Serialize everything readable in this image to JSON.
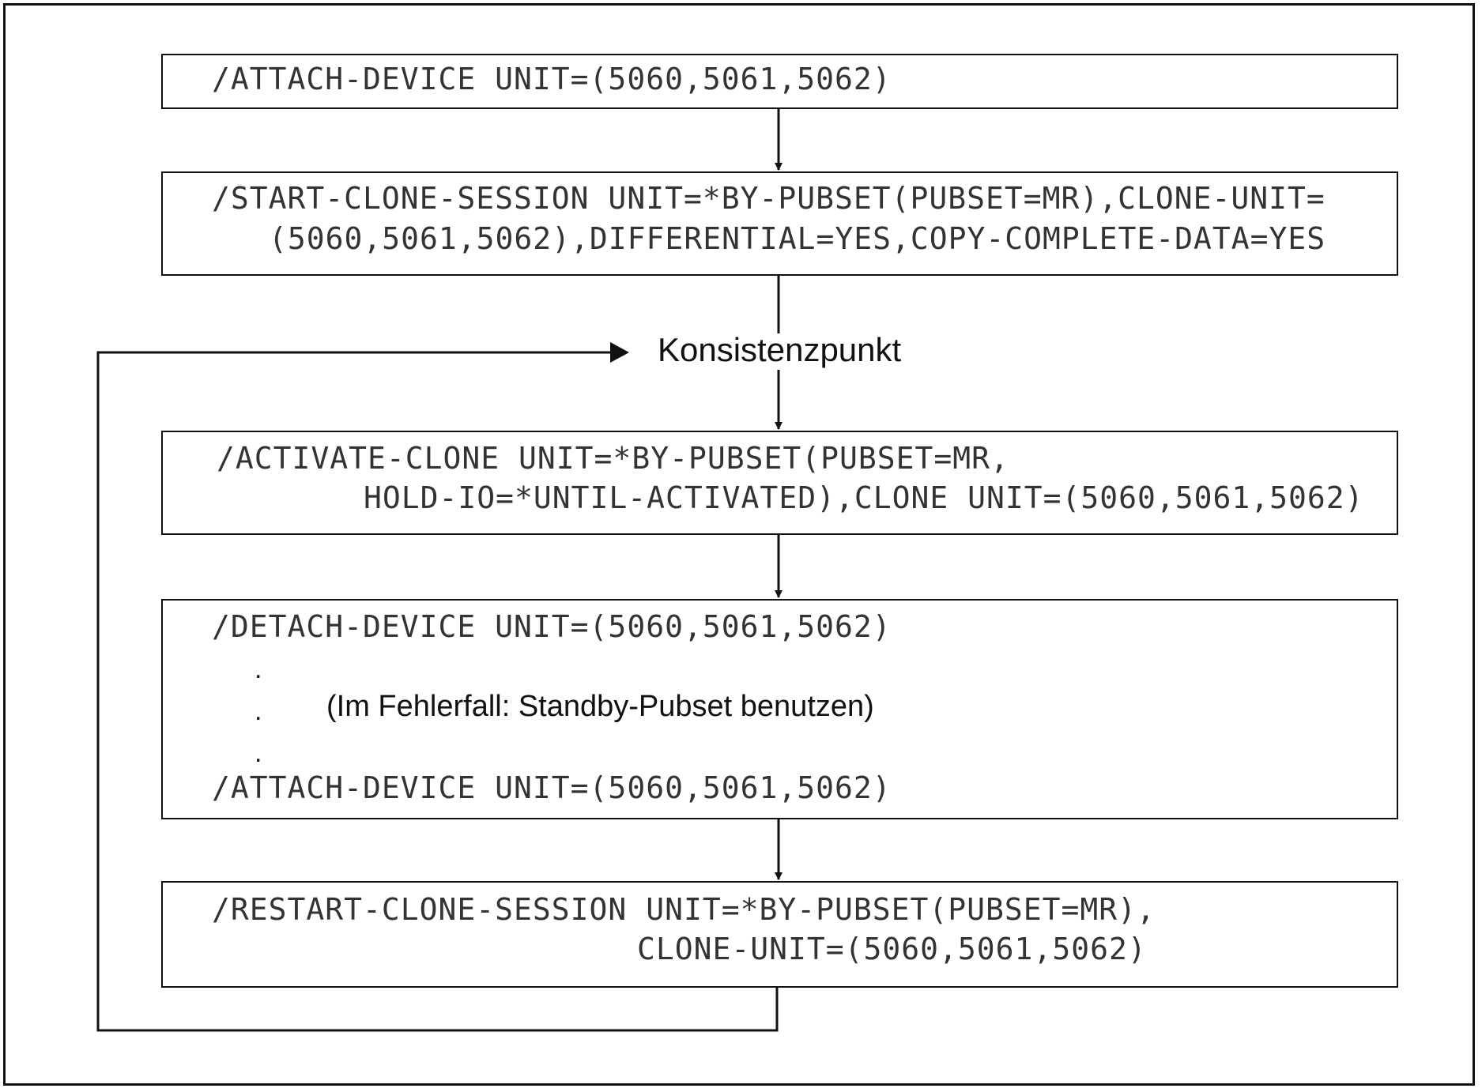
{
  "steps": {
    "attach": {
      "line1": "/ATTACH-DEVICE UNIT=(5060,5061,5062)"
    },
    "start_clone": {
      "line1": "/START-CLONE-SESSION UNIT=*BY-PUBSET(PUBSET=MR),CLONE-UNIT=",
      "line2": "(5060,5061,5062),DIFFERENTIAL=YES,COPY-COMPLETE-DATA=YES"
    },
    "consistency_point": {
      "label": "Konsistenzpunkt"
    },
    "activate_clone": {
      "line1": "/ACTIVATE-CLONE UNIT=*BY-PUBSET(PUBSET=MR,",
      "line2": "HOLD-IO=*UNTIL-ACTIVATED),CLONE UNIT=(5060,5061,5062)"
    },
    "detach_attach": {
      "line1": "/DETACH-DEVICE UNIT=(5060,5061,5062)",
      "dot": ".",
      "note": "(Im Fehlerfall: Standby-Pubset benutzen)",
      "line_last": "/ATTACH-DEVICE UNIT=(5060,5061,5062)"
    },
    "restart_clone": {
      "line1": "/RESTART-CLONE-SESSION UNIT=*BY-PUBSET(PUBSET=MR),",
      "line2": "CLONE-UNIT=(5060,5061,5062)"
    }
  },
  "colors": {
    "line": "#111111",
    "code_text": "#333333",
    "background": "#ffffff"
  }
}
